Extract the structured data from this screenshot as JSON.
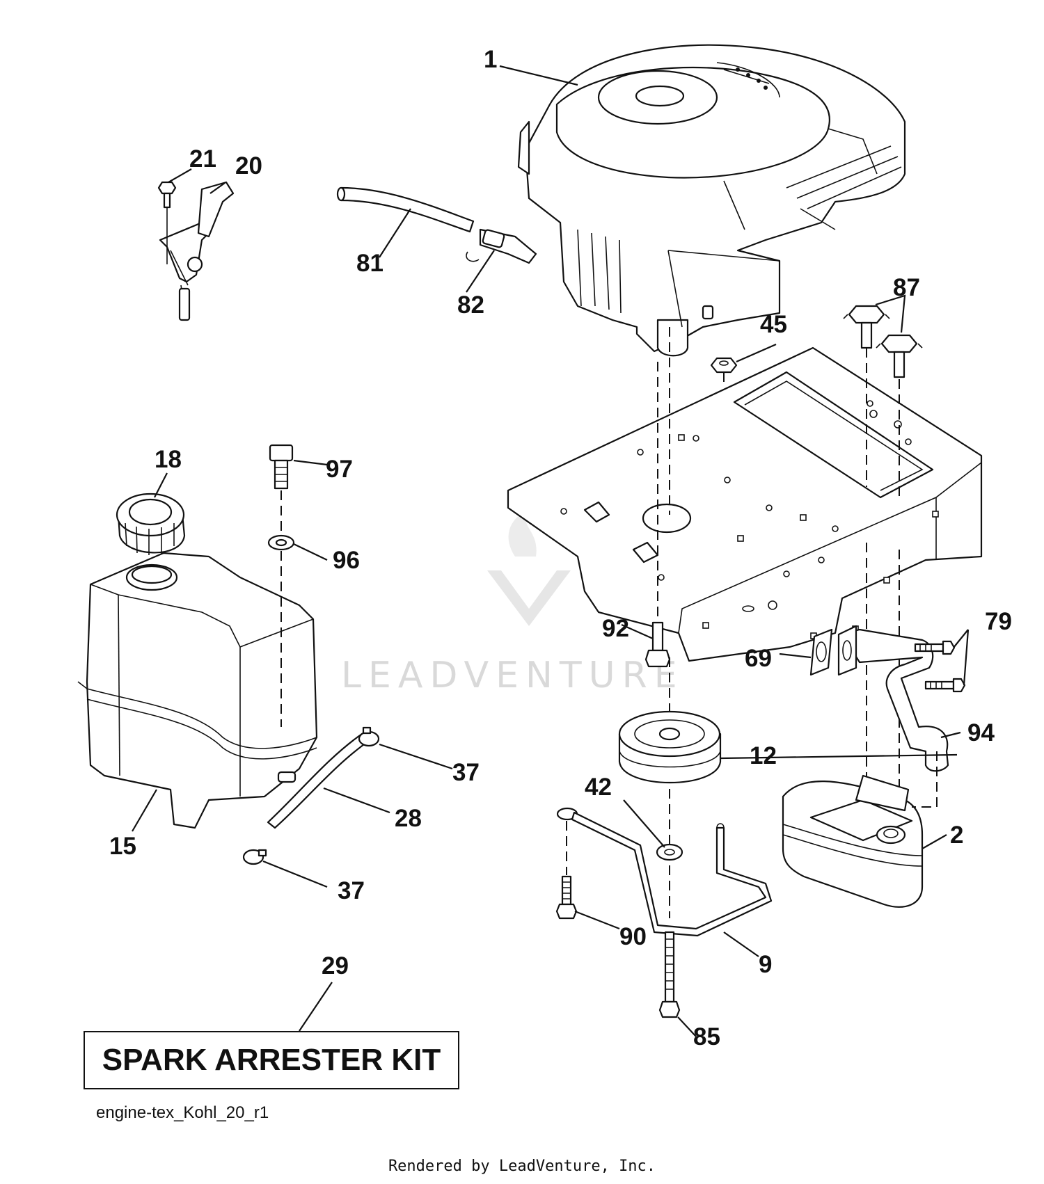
{
  "callouts": {
    "c1": "1",
    "c2": "2",
    "c9": "9",
    "c12": "12",
    "c15": "15",
    "c18": "18",
    "c20": "20",
    "c21": "21",
    "c28": "28",
    "c29": "29",
    "c37a": "37",
    "c37b": "37",
    "c42": "42",
    "c45": "45",
    "c69": "69",
    "c79": "79",
    "c81": "81",
    "c82": "82",
    "c85": "85",
    "c87": "87",
    "c90": "90",
    "c92": "92",
    "c94": "94",
    "c96": "96",
    "c97": "97"
  },
  "kit_label": "SPARK ARRESTER KIT",
  "diagram_id": "engine-tex_Kohl_20_r1",
  "watermark": "LEADVENTURE",
  "credit": "Rendered by LeadVenture, Inc."
}
